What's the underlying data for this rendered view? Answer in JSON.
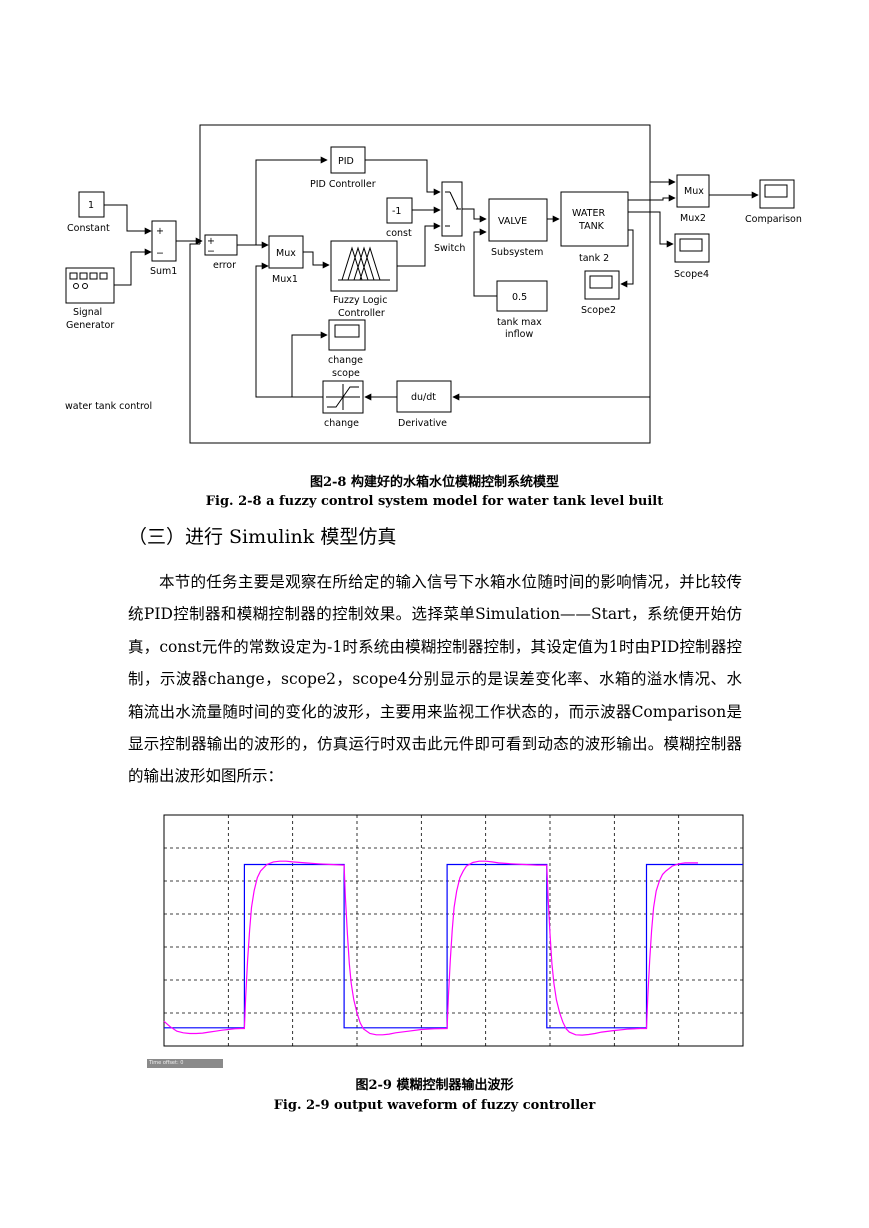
{
  "diagram": {
    "blocks": {
      "pid": "PID",
      "pid_label": "PID Controller",
      "constant_value": "1",
      "constant_label": "Constant",
      "signal_gen_label_1": "Signal",
      "signal_gen_label_2": "Generator",
      "sum_label": "Sum1",
      "error_label": "error",
      "mux": "Mux",
      "mux1_label": "Mux1",
      "fuzzy_label_1": "Fuzzy Logic",
      "fuzzy_label_2": "Controller",
      "const_value": "-1",
      "const_label": "const",
      "switch_label": "Switch",
      "valve": "VALVE",
      "subsystem_label": "Subsystem",
      "tank_1": "WATER",
      "tank_2": "TANK",
      "tank_label": "tank 2",
      "inflow_value": "0.5",
      "inflow_label_1": "tank max",
      "inflow_label_2": "inflow",
      "scope2_label": "Scope2",
      "mux2_label": "Mux2",
      "comparison_label": "Comparison",
      "scope4_label": "Scope4",
      "change_scope_label_1": "change",
      "change_scope_label_2": "scope",
      "change_label": "change",
      "derivative": "du/dt",
      "derivative_label": "Derivative",
      "model_label": "water tank  control",
      "plus": "+",
      "minus": "−"
    }
  },
  "fig8_caption_cn": "图2-8  构建好的水箱水位模糊控制系统模型",
  "fig8_caption_en": "Fig. 2-8 a fuzzy control system model for water tank level built",
  "section_heading": "（三）进行 Simulink 模型仿真",
  "paragraph": "本节的任务主要是观察在所给定的输入信号下水箱水位随时间的影响情况，并比较传统PID控制器和模糊控制器的控制效果。选择菜单Simulation——Start，系统便开始仿真，const元件的常数设定为-1时系统由模糊控制器控制，其设定值为1时由PID控制器控制，示波器change，scope2，scope4分别显示的是误差变化率、水箱的溢水情况、水箱流出水流量随时间的变化的波形，主要用来监视工作状态的，而示波器Comparison是显示控制器输出的波形的，仿真运行时双击此元件即可看到动态的波形输出。模糊控制器的输出波形如图所示：",
  "time_offset_label": "Time offset:  0",
  "fig9_caption_cn": "图2-9    模糊控制器输出波形",
  "fig9_caption_en": "Fig. 2-9 output waveform of fuzzy controller",
  "chart_data": {
    "type": "line",
    "title": "",
    "xlabel": "",
    "ylabel": "",
    "xlim": [
      0,
      9
    ],
    "ylim": [
      0,
      7
    ],
    "grid": true,
    "series": [
      {
        "color": "#0000ff",
        "x": [
          0,
          1.25,
          1.25,
          2.8,
          2.8,
          4.4,
          4.4,
          5.95,
          5.95,
          7.5,
          7.5,
          9
        ],
        "y": [
          0.55,
          0.55,
          5.5,
          5.5,
          0.55,
          0.55,
          5.5,
          5.5,
          0.55,
          0.55,
          5.5,
          5.5
        ]
      },
      {
        "color": "#ff00ff",
        "x": [
          0,
          0.1,
          0.2,
          0.3,
          0.4,
          0.5,
          0.6,
          0.7,
          0.8,
          0.9,
          1.0,
          1.1,
          1.2,
          1.25,
          1.27,
          1.3,
          1.33,
          1.36,
          1.4,
          1.45,
          1.5,
          1.6,
          1.7,
          1.8,
          1.9,
          2.0,
          2.2,
          2.4,
          2.6,
          2.8,
          2.82,
          2.85,
          2.88,
          2.91,
          2.95,
          3.0,
          3.05,
          3.1,
          3.2,
          3.3,
          3.4,
          3.5,
          3.6,
          3.8,
          4.0,
          4.2,
          4.4,
          4.42,
          4.45,
          4.48,
          4.51,
          4.55,
          4.6,
          4.65,
          4.7,
          4.8,
          4.9,
          5.0,
          5.1,
          5.2,
          5.4,
          5.6,
          5.8,
          5.95,
          5.97,
          6.0,
          6.03,
          6.06,
          6.1,
          6.15,
          6.2,
          6.25,
          6.3,
          6.4,
          6.5,
          6.6,
          6.7,
          6.8,
          7.0,
          7.2,
          7.4,
          7.5,
          7.52,
          7.55,
          7.58,
          7.61,
          7.65,
          7.7,
          7.75,
          7.8,
          7.9,
          8.0,
          8.1,
          8.2,
          8.3
        ],
        "y": [
          0.75,
          0.58,
          0.45,
          0.4,
          0.38,
          0.38,
          0.39,
          0.42,
          0.45,
          0.48,
          0.5,
          0.52,
          0.53,
          0.53,
          1.5,
          2.6,
          3.5,
          4.2,
          4.7,
          5.1,
          5.3,
          5.5,
          5.58,
          5.6,
          5.6,
          5.58,
          5.55,
          5.52,
          5.5,
          5.48,
          4.5,
          3.4,
          2.5,
          1.9,
          1.4,
          1.0,
          0.7,
          0.52,
          0.38,
          0.34,
          0.34,
          0.36,
          0.4,
          0.45,
          0.5,
          0.52,
          0.53,
          1.5,
          2.6,
          3.5,
          4.2,
          4.7,
          5.1,
          5.3,
          5.45,
          5.56,
          5.6,
          5.6,
          5.58,
          5.55,
          5.52,
          5.5,
          5.48,
          5.48,
          4.5,
          3.4,
          2.5,
          1.9,
          1.4,
          1.0,
          0.72,
          0.52,
          0.42,
          0.34,
          0.33,
          0.35,
          0.38,
          0.42,
          0.47,
          0.51,
          0.53,
          0.53,
          1.5,
          2.6,
          3.5,
          4.2,
          4.7,
          5.0,
          5.2,
          5.3,
          5.45,
          5.52,
          5.55,
          5.55,
          5.55
        ]
      }
    ]
  }
}
